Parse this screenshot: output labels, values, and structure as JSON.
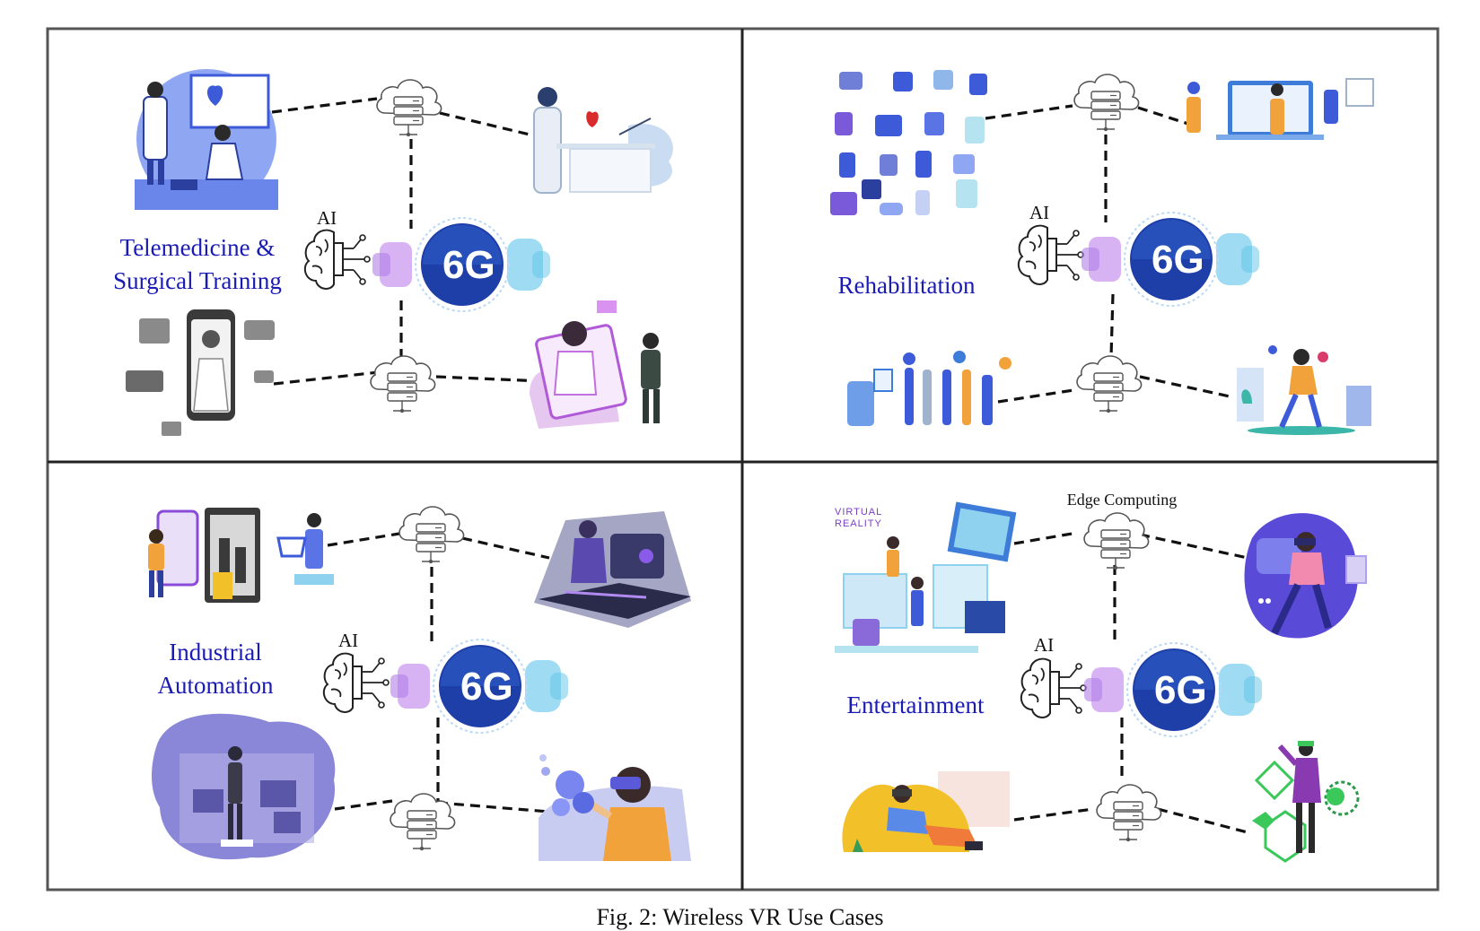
{
  "figure": {
    "caption": "Fig. 2: Wireless VR Use Cases",
    "quadrants": [
      {
        "title_lines": [
          "Telemedicine &",
          "Surgical Training"
        ],
        "ai_label": "AI",
        "hub_label": "6G"
      },
      {
        "title_lines": [
          "Rehabilitation"
        ],
        "ai_label": "AI",
        "hub_label": "6G"
      },
      {
        "title_lines": [
          "Industrial",
          "Automation"
        ],
        "ai_label": "AI",
        "hub_label": "6G"
      },
      {
        "title_lines": [
          "Entertainment"
        ],
        "ai_label": "AI",
        "hub_label": "6G",
        "edge_label": "Edge Computing",
        "vr_sign": [
          "VIRTUAL",
          "REALITY"
        ]
      }
    ]
  },
  "colors": {
    "title": "#1a1ab5",
    "hub_blue": "#1f3fa8",
    "hub_purple": "#b07ee8",
    "hub_cyan": "#5fc3e8",
    "frame": "#555555",
    "link": "#111111",
    "illustration_blue": "#5a74e6",
    "illustration_purple": "#7a5ad8",
    "illustration_orange": "#f2a23a"
  },
  "icons": [
    "cloud-server-icon",
    "brain-circuit-icon",
    "6g-hub-icon"
  ]
}
